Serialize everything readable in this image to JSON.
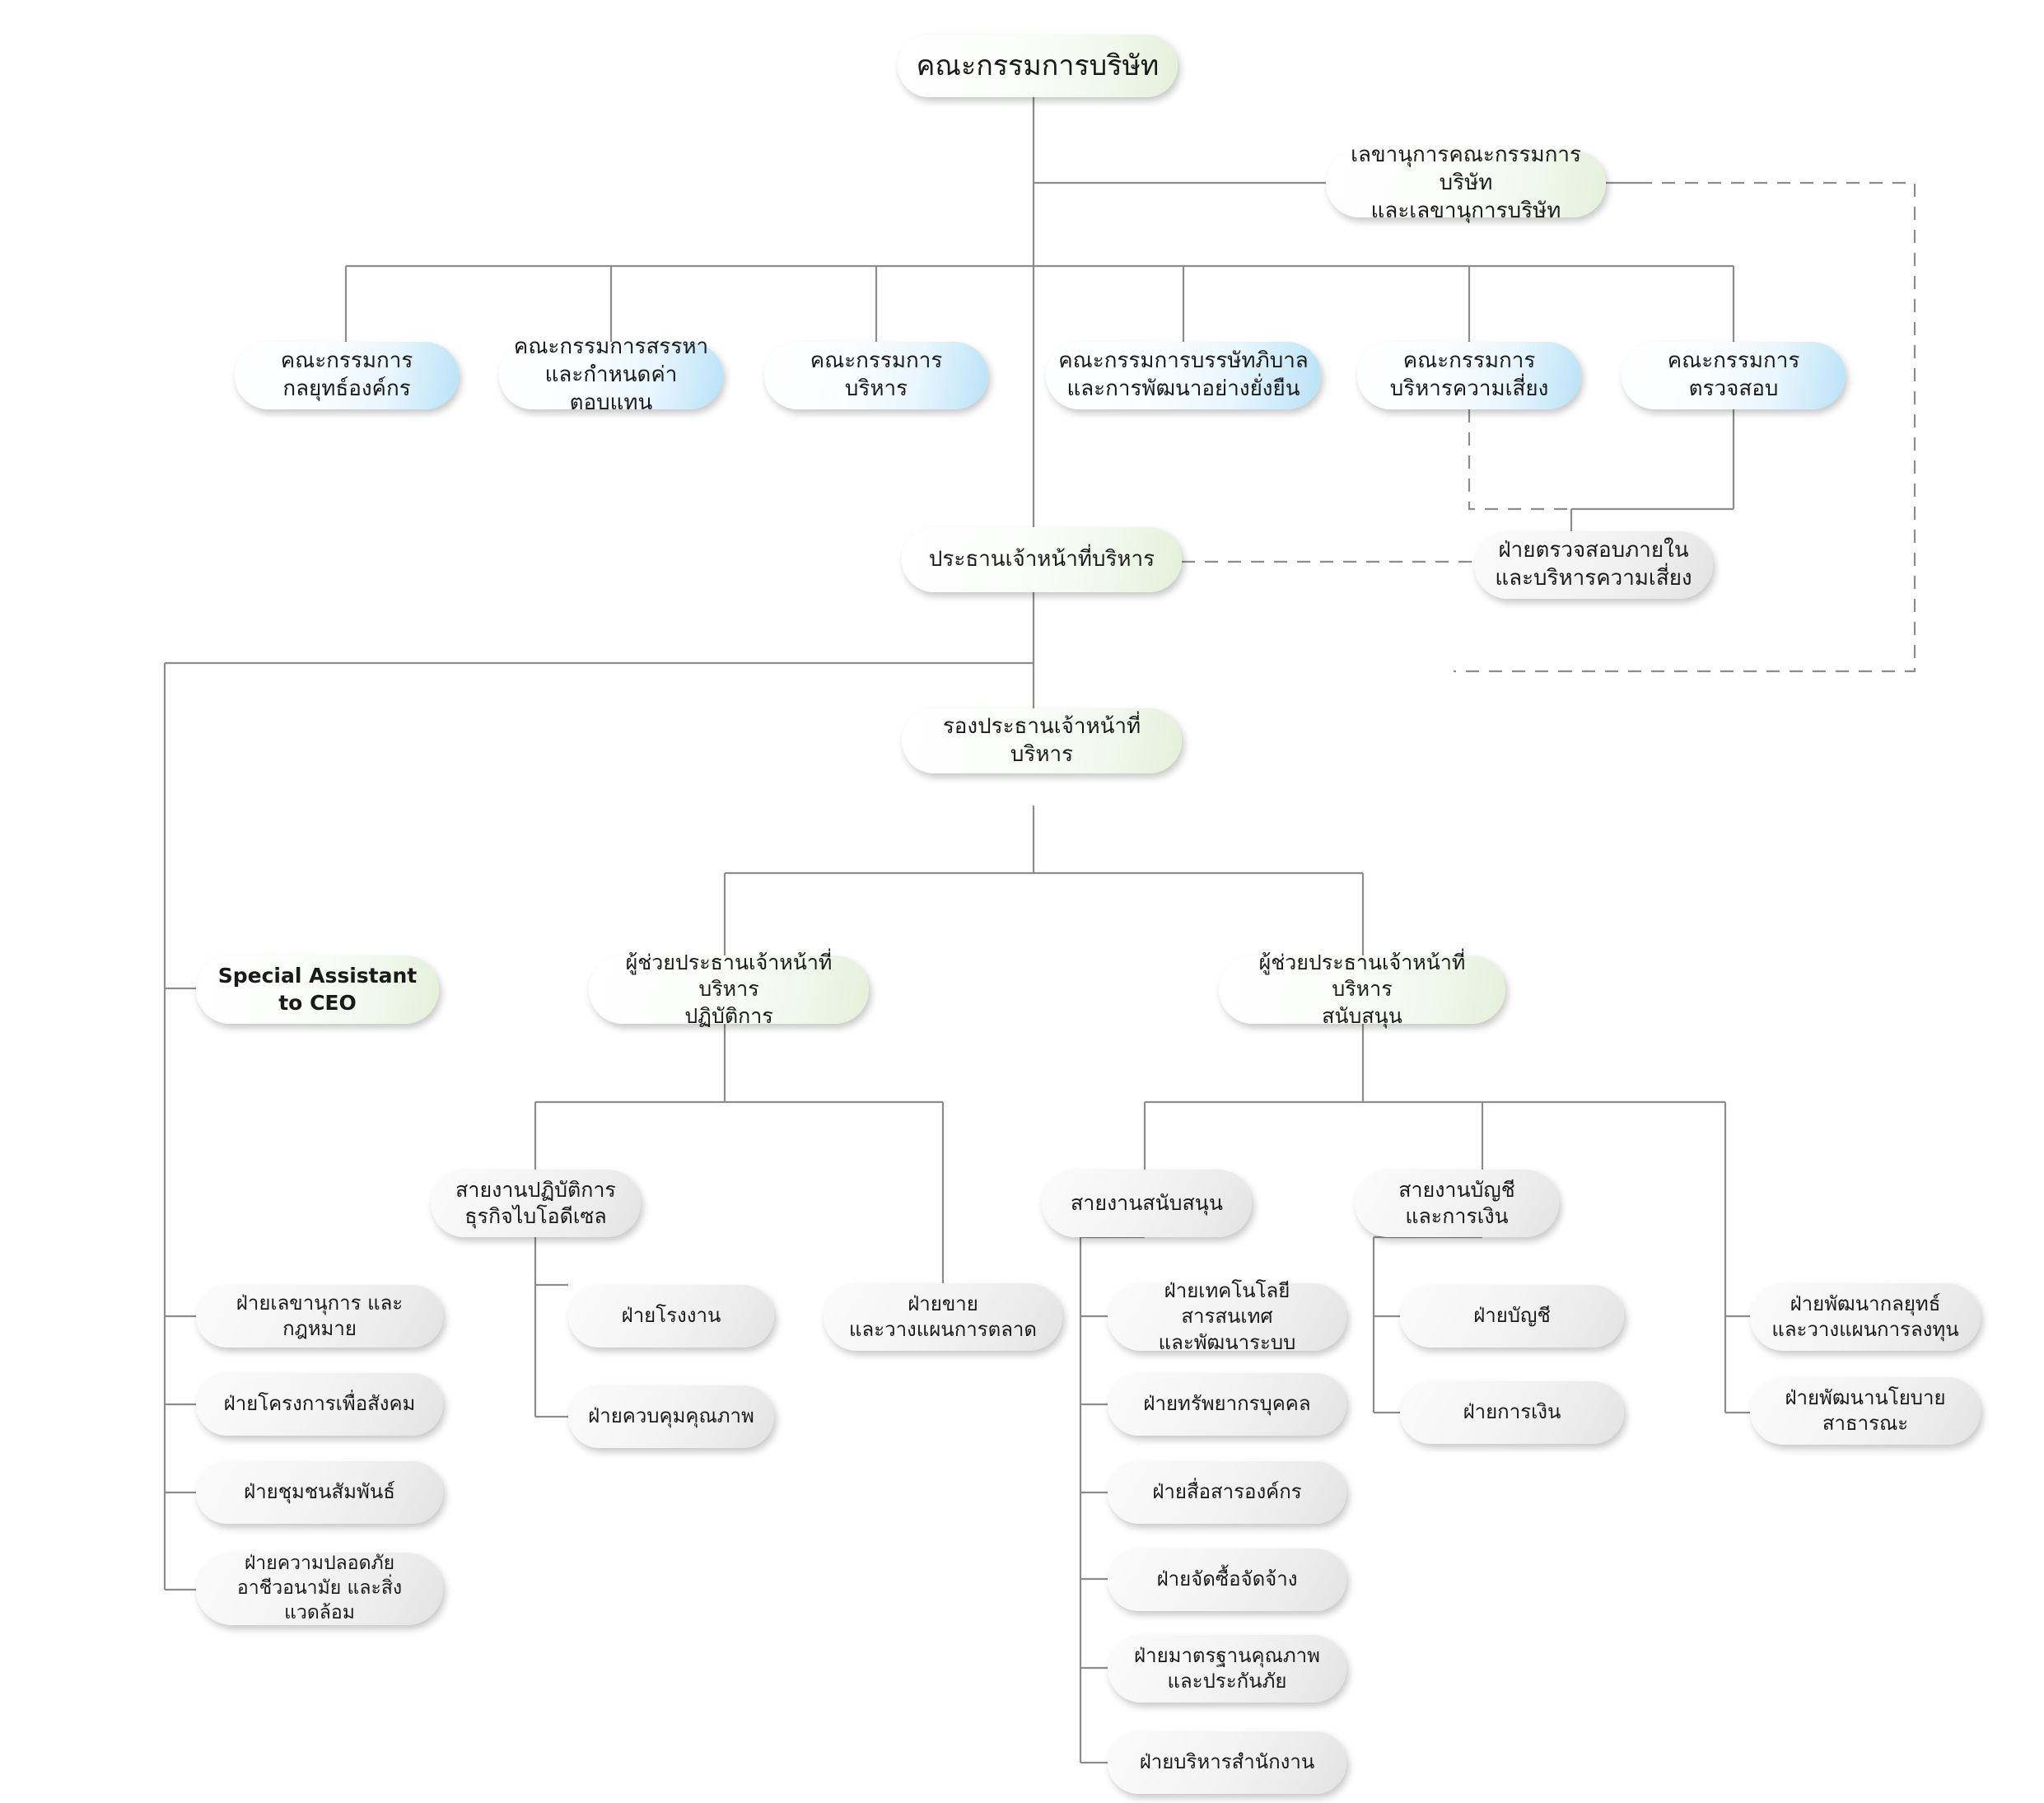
{
  "chart": {
    "type": "org-chart",
    "title": "โครงสร้างองค์กร",
    "line_color": "#8c8c8c",
    "accents": {
      "green": "#e4f0da",
      "blue": "#b9e2f7",
      "grey": "#e2e2e2"
    }
  },
  "nodes": {
    "board": "คณะกรรมการบริษัท",
    "company_secretary": "เลขานุการคณะกรรมการบริษัท\nและเลขานุการบริษัท",
    "committees": [
      "คณะกรรมการ\nกลยุทธ์องค์กร",
      "คณะกรรมการสรรหา\nและกำหนดค่าตอบแทน",
      "คณะกรรมการ\nบริหาร",
      "คณะกรรมการบรรษัทภิบาล\nและการพัฒนาอย่างยั่งยืน",
      "คณะกรรมการ\nบริหารความเสี่ยง",
      "คณะกรรมการ\nตรวจสอบ"
    ],
    "ceo": "ประธานเจ้าหน้าที่บริหาร",
    "internal_audit": "ฝ่ายตรวจสอบภายใน\nและบริหารความเสี่ยง",
    "deputy_ceo": "รองประธานเจ้าหน้าที่บริหาร",
    "special_assistant": "Special Assistant\nto CEO",
    "assistant_operations": "ผู้ช่วยประธานเจ้าหน้าที่บริหาร\nปฏิบัติการ",
    "assistant_support": "ผู้ช่วยประธานเจ้าหน้าที่บริหาร\nสนับสนุน",
    "division_biodiesel": "สายงานปฏิบัติการ\nธุรกิจไบโอดีเซล",
    "division_support": "สายงานสนับสนุน",
    "division_accounting": "สายงานบัญชี\nและการเงิน"
  },
  "departments": {
    "ceo_direct": [
      "ฝ่ายเลขานุการ และ กฎหมาย",
      "ฝ่ายโครงการเพื่อสังคม",
      "ฝ่ายชุมชนสัมพันธ์",
      "ฝ่ายความปลอดภัย\nอาชีวอนามัย และสิ่งแวดล้อม"
    ],
    "biodiesel": [
      "ฝ่ายโรงงาน",
      "ฝ่ายควบคุมคุณภาพ"
    ],
    "operations_sales": [
      "ฝ่ายขาย\nและวางแผนการตลาด"
    ],
    "support": [
      "ฝ่ายเทคโนโลยีสารสนเทศ\nและพัฒนาระบบ",
      "ฝ่ายทรัพยากรบุคคล",
      "ฝ่ายสื่อสารองค์กร",
      "ฝ่ายจัดซื้อจัดจ้าง",
      "ฝ่ายมาตรฐานคุณภาพ\nและประกันภัย",
      "ฝ่ายบริหารสำนักงาน"
    ],
    "accounting": [
      "ฝ่ายบัญชี",
      "ฝ่ายการเงิน"
    ],
    "strategy": [
      "ฝ่ายพัฒนากลยุทธ์\nและวางแผนการลงทุน",
      "ฝ่ายพัฒนานโยบาย\nสาธารณะ"
    ]
  }
}
